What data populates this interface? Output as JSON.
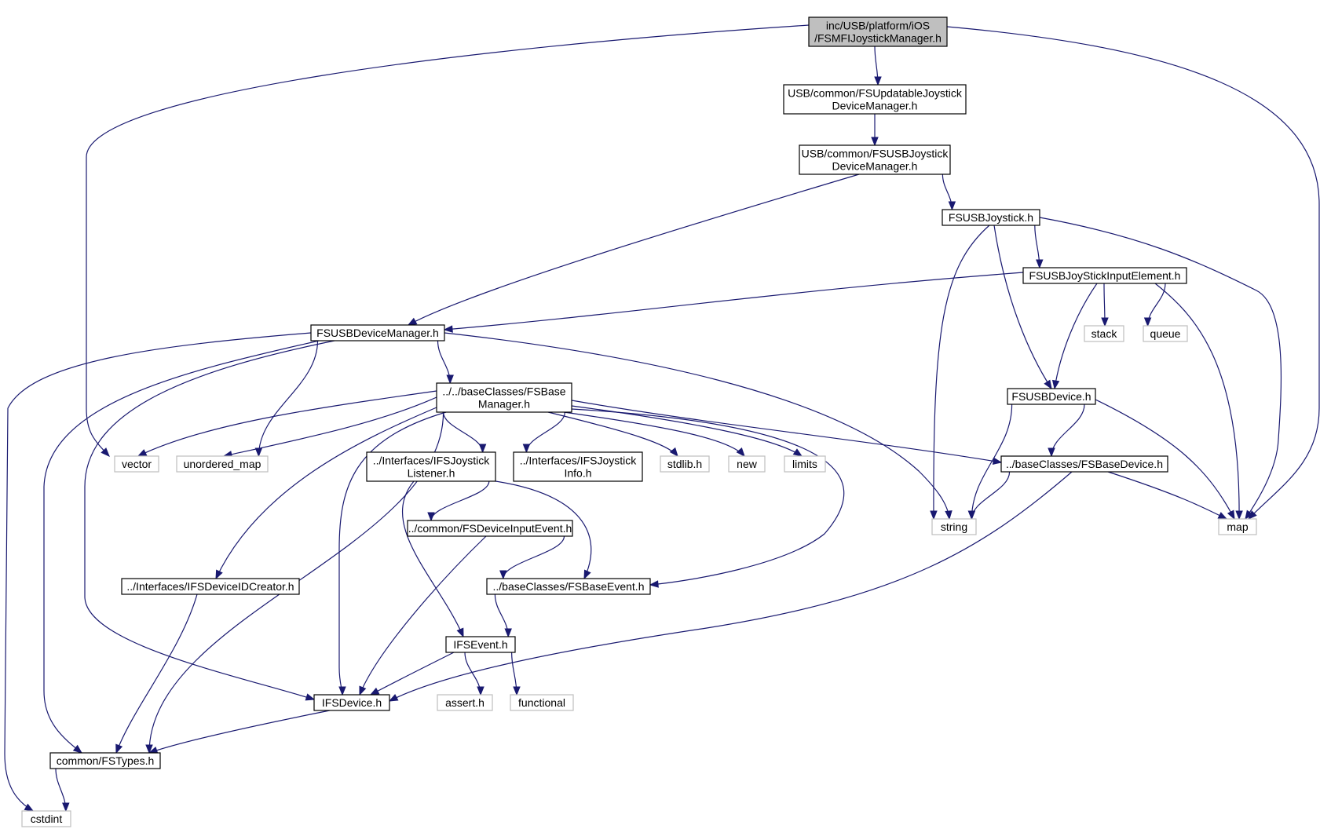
{
  "graph": {
    "edge_color": "#191970",
    "root_fill": "#bfbfbf",
    "local_border": "#000000",
    "system_border": "#bfbfbf",
    "nodes": [
      {
        "id": "root",
        "kind": "root",
        "lines": [
          "inc/USB/platform/iOS",
          "/FSMFIJoystickManager.h"
        ]
      },
      {
        "id": "updatable",
        "kind": "local",
        "lines": [
          "USB/common/FSUpdatableJoystick",
          "DeviceManager.h"
        ]
      },
      {
        "id": "usbjoydm",
        "kind": "local",
        "lines": [
          "USB/common/FSUSBJoystick",
          "DeviceManager.h"
        ]
      },
      {
        "id": "usbjoystick",
        "kind": "local",
        "lines": [
          "FSUSBJoystick.h"
        ]
      },
      {
        "id": "inputelement",
        "kind": "local",
        "lines": [
          "FSUSBJoyStickInputElement.h"
        ]
      },
      {
        "id": "stack",
        "kind": "system",
        "lines": [
          "stack"
        ]
      },
      {
        "id": "queue",
        "kind": "system",
        "lines": [
          "queue"
        ]
      },
      {
        "id": "usbdevmgr",
        "kind": "local",
        "lines": [
          "FSUSBDeviceManager.h"
        ]
      },
      {
        "id": "basemgr",
        "kind": "local",
        "lines": [
          "../../baseClasses/FSBase",
          "Manager.h"
        ]
      },
      {
        "id": "usbdevice",
        "kind": "local",
        "lines": [
          "FSUSBDevice.h"
        ]
      },
      {
        "id": "vector",
        "kind": "system",
        "lines": [
          "vector"
        ]
      },
      {
        "id": "unordered_map",
        "kind": "system",
        "lines": [
          "unordered_map"
        ]
      },
      {
        "id": "joylistener",
        "kind": "local",
        "lines": [
          "../Interfaces/IFSJoystick",
          "Listener.h"
        ]
      },
      {
        "id": "joyinfo",
        "kind": "local",
        "lines": [
          "../Interfaces/IFSJoystick",
          "Info.h"
        ]
      },
      {
        "id": "stdlib",
        "kind": "system",
        "lines": [
          "stdlib.h"
        ]
      },
      {
        "id": "new",
        "kind": "system",
        "lines": [
          "new"
        ]
      },
      {
        "id": "limits",
        "kind": "system",
        "lines": [
          "limits"
        ]
      },
      {
        "id": "basedevice",
        "kind": "local",
        "lines": [
          "../baseClasses/FSBaseDevice.h"
        ]
      },
      {
        "id": "string",
        "kind": "system",
        "lines": [
          "string"
        ]
      },
      {
        "id": "map",
        "kind": "system",
        "lines": [
          "map"
        ]
      },
      {
        "id": "devinputevent",
        "kind": "local",
        "lines": [
          "../common/FSDeviceInputEvent.h"
        ]
      },
      {
        "id": "devidcreator",
        "kind": "local",
        "lines": [
          "../Interfaces/IFSDeviceIDCreator.h"
        ]
      },
      {
        "id": "baseevent",
        "kind": "local",
        "lines": [
          "../baseClasses/FSBaseEvent.h"
        ]
      },
      {
        "id": "ifsevent",
        "kind": "local",
        "lines": [
          "IFSEvent.h"
        ]
      },
      {
        "id": "ifsdevice",
        "kind": "local",
        "lines": [
          "IFSDevice.h"
        ]
      },
      {
        "id": "assert",
        "kind": "system",
        "lines": [
          "assert.h"
        ]
      },
      {
        "id": "functional",
        "kind": "system",
        "lines": [
          "functional"
        ]
      },
      {
        "id": "fstypes",
        "kind": "local",
        "lines": [
          "common/FSTypes.h"
        ]
      },
      {
        "id": "cstdint",
        "kind": "system",
        "lines": [
          "cstdint"
        ]
      }
    ],
    "edges": [
      [
        "root",
        "updatable"
      ],
      [
        "root",
        "vector"
      ],
      [
        "root",
        "map"
      ],
      [
        "updatable",
        "usbjoydm"
      ],
      [
        "usbjoydm",
        "usbjoystick"
      ],
      [
        "usbjoydm",
        "usbdevmgr"
      ],
      [
        "usbjoystick",
        "inputelement"
      ],
      [
        "usbjoystick",
        "usbdevice"
      ],
      [
        "usbjoystick",
        "string"
      ],
      [
        "usbjoystick",
        "map"
      ],
      [
        "inputelement",
        "usbdevmgr"
      ],
      [
        "inputelement",
        "stack"
      ],
      [
        "inputelement",
        "queue"
      ],
      [
        "inputelement",
        "usbdevice"
      ],
      [
        "inputelement",
        "map"
      ],
      [
        "usbdevmgr",
        "basemgr"
      ],
      [
        "usbdevmgr",
        "unordered_map"
      ],
      [
        "usbdevmgr",
        "string"
      ],
      [
        "usbdevmgr",
        "ifsdevice"
      ],
      [
        "usbdevmgr",
        "fstypes"
      ],
      [
        "usbdevmgr",
        "cstdint"
      ],
      [
        "basemgr",
        "vector"
      ],
      [
        "basemgr",
        "unordered_map"
      ],
      [
        "basemgr",
        "joylistener"
      ],
      [
        "basemgr",
        "joyinfo"
      ],
      [
        "basemgr",
        "stdlib"
      ],
      [
        "basemgr",
        "new"
      ],
      [
        "basemgr",
        "limits"
      ],
      [
        "basemgr",
        "basedevice"
      ],
      [
        "basemgr",
        "baseevent"
      ],
      [
        "basemgr",
        "devidcreator"
      ],
      [
        "basemgr",
        "ifsdevice"
      ],
      [
        "basemgr",
        "fstypes"
      ],
      [
        "usbdevice",
        "basedevice"
      ],
      [
        "usbdevice",
        "string"
      ],
      [
        "usbdevice",
        "map"
      ],
      [
        "basedevice",
        "string"
      ],
      [
        "basedevice",
        "map"
      ],
      [
        "basedevice",
        "ifsdevice"
      ],
      [
        "joylistener",
        "devinputevent"
      ],
      [
        "joylistener",
        "baseevent"
      ],
      [
        "joylistener",
        "ifsevent"
      ],
      [
        "devinputevent",
        "baseevent"
      ],
      [
        "devinputevent",
        "ifsdevice"
      ],
      [
        "baseevent",
        "ifsevent"
      ],
      [
        "ifsevent",
        "ifsdevice"
      ],
      [
        "ifsevent",
        "assert"
      ],
      [
        "ifsevent",
        "functional"
      ],
      [
        "devidcreator",
        "fstypes"
      ],
      [
        "ifsdevice",
        "fstypes"
      ],
      [
        "fstypes",
        "cstdint"
      ]
    ]
  }
}
